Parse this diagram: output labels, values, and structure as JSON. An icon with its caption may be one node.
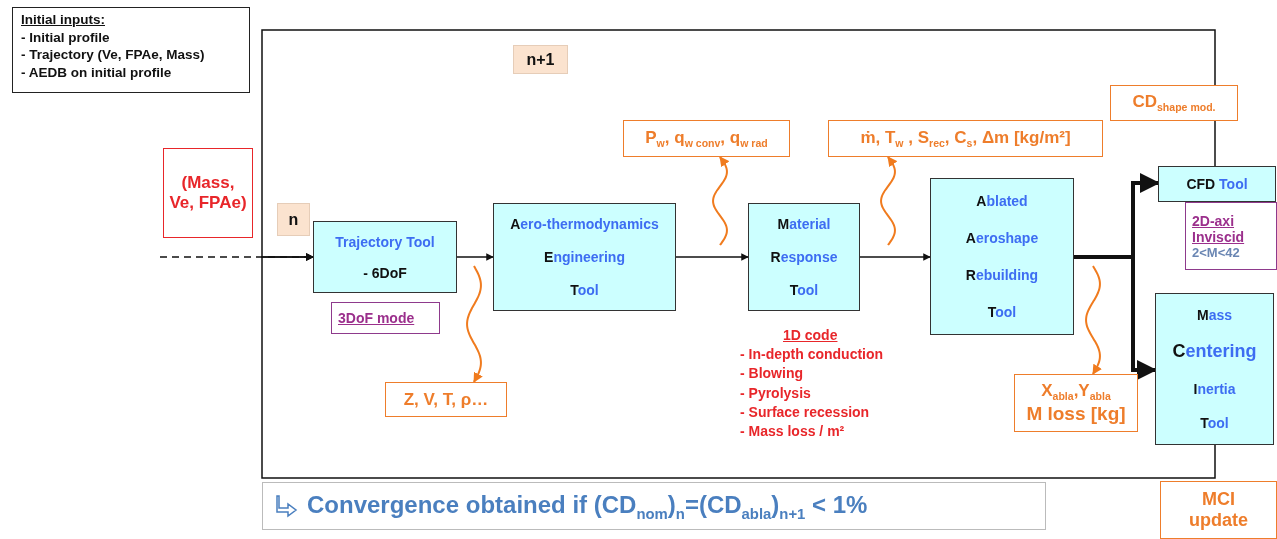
{
  "diagram": {
    "nodes": [
      {
        "text": [
          "Initial inputs:",
          "- Initial profile",
          "- Trajectory (Ve, FPAe, Mass)",
          "- AEDB on initial profile"
        ]
      },
      {
        "text": [
          "n+1"
        ]
      },
      {
        "text": [
          "CD$_{shape mod.}$"
        ]
      },
      {
        "text": [
          "(Mass, Ve, FPAe)"
        ]
      },
      {
        "text": [
          "n"
        ]
      },
      {
        "text": [
          "Trajectory",
          "Tool",
          "- 6DoF"
        ]
      },
      {
        "text": [
          "3DoF mode"
        ]
      },
      {
        "text": [
          "Aero-thermodynamics",
          "Engineering",
          "Tool"
        ]
      },
      {
        "text": [
          "P$_{w}$, q$_{w conv}$, q$_{w rad}$"
        ]
      },
      {
        "text": [
          "Material",
          "Response",
          "Tool"
        ]
      },
      {
        "text": [
          "ṁ, T$_{w}$ , S$_{rec}$, C$_{s}$, Δm [kg/m²]"
        ]
      },
      {
        "text": [
          "Ablated",
          "Aeroshape",
          "Rebuilding",
          "Tool"
        ]
      },
      {
        "text": [
          "CFD",
          "Tool"
        ]
      },
      {
        "text": [
          "2D-axi Inviscid",
          "2<M<42"
        ]
      },
      {
        "text": [
          "Z, V, T, ρ…"
        ]
      },
      {
        "text": [
          "X$_{abla}$,Y$_{abla}$",
          "M loss [kg]"
        ]
      },
      {
        "text": [
          "Mass",
          "Centering",
          "Inertia",
          "Tool"
        ]
      },
      {
        "text": [
          "MCI update"
        ]
      },
      {
        "text": [
          "Convergence obtained if (CD$_{nom}$)$_{n}$=(CD$_{abla}$)$_{n+1}$ < 1%"
        ]
      }
    ],
    "edges": [
      {
        "from": null,
        "to": 5,
        "arrow": "to",
        "style": "dashed"
      },
      {
        "from": 5,
        "to": 7,
        "arrow": "to"
      },
      {
        "from": 7,
        "to": 9,
        "arrow": "to"
      },
      {
        "from": 9,
        "to": 11,
        "arrow": "to"
      },
      {
        "from": 11,
        "to": 12,
        "arrow": "to",
        "style": "thick"
      },
      {
        "from": 11,
        "to": 16,
        "arrow": "to",
        "style": "thick"
      },
      {
        "from": 12,
        "to": 2,
        "arrow": "none"
      },
      {
        "from": 2,
        "to": 5,
        "arrow": "to"
      },
      {
        "from": 16,
        "to": 5,
        "arrow": "to"
      },
      {
        "from": null,
        "to": 8,
        "arrow": "to",
        "color": "#f07b1e"
      },
      {
        "from": null,
        "to": 10,
        "arrow": "to",
        "color": "#f07b1e"
      },
      {
        "from": null,
        "to": 14,
        "arrow": "to",
        "color": "#f07b1e"
      },
      {
        "from": null,
        "to": 15,
        "arrow": "to",
        "color": "#f07b1e"
      }
    ],
    "labels": [
      "1D code",
      "- In-depth conduction",
      "- Blowing",
      "- Pyrolysis",
      "- Surface recession",
      "- Mass loss / m²"
    ]
  }
}
